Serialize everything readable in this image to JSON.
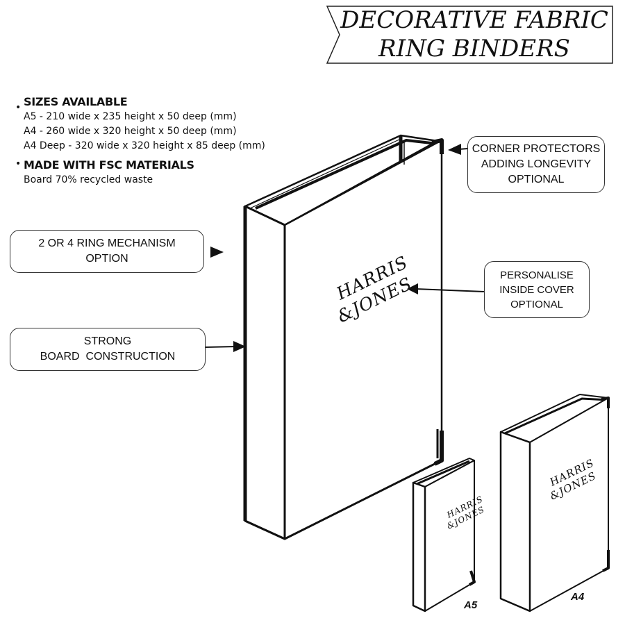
{
  "title": {
    "line1": "DECORATIVE FABRIC",
    "line2": "RING BINDERS"
  },
  "specs": {
    "sizes_heading": "SIZES AVAILABLE",
    "sizes": [
      "A5 - 210 wide x 235 height x 50 deep (mm)",
      "A4 - 260 wide x 320 height x 50 deep (mm)",
      "A4 Deep - 320 wide x 320 height x 85 deep (mm)"
    ],
    "materials_heading": "MADE WITH FSC MATERIALS",
    "materials_line": "Board 70% recycled waste"
  },
  "callouts": {
    "corner": [
      "CORNER PROTECTORS",
      "ADDING LONGEVITY",
      "OPTIONAL"
    ],
    "ring": [
      "2 OR 4 RING MECHANISM",
      "OPTION"
    ],
    "personalise": [
      "PERSONALISE",
      "INSIDE COVER",
      "OPTIONAL"
    ],
    "board": [
      "STRONG",
      "BOARD  CONSTRUCTION"
    ]
  },
  "brand": {
    "line1": "HARRIS",
    "line2": "&JONES"
  },
  "sizes": {
    "a5": "A5",
    "a4": "A4"
  },
  "icons": {
    "bullet": "bullet-dot-icon",
    "arrow": "arrow-head-icon"
  }
}
